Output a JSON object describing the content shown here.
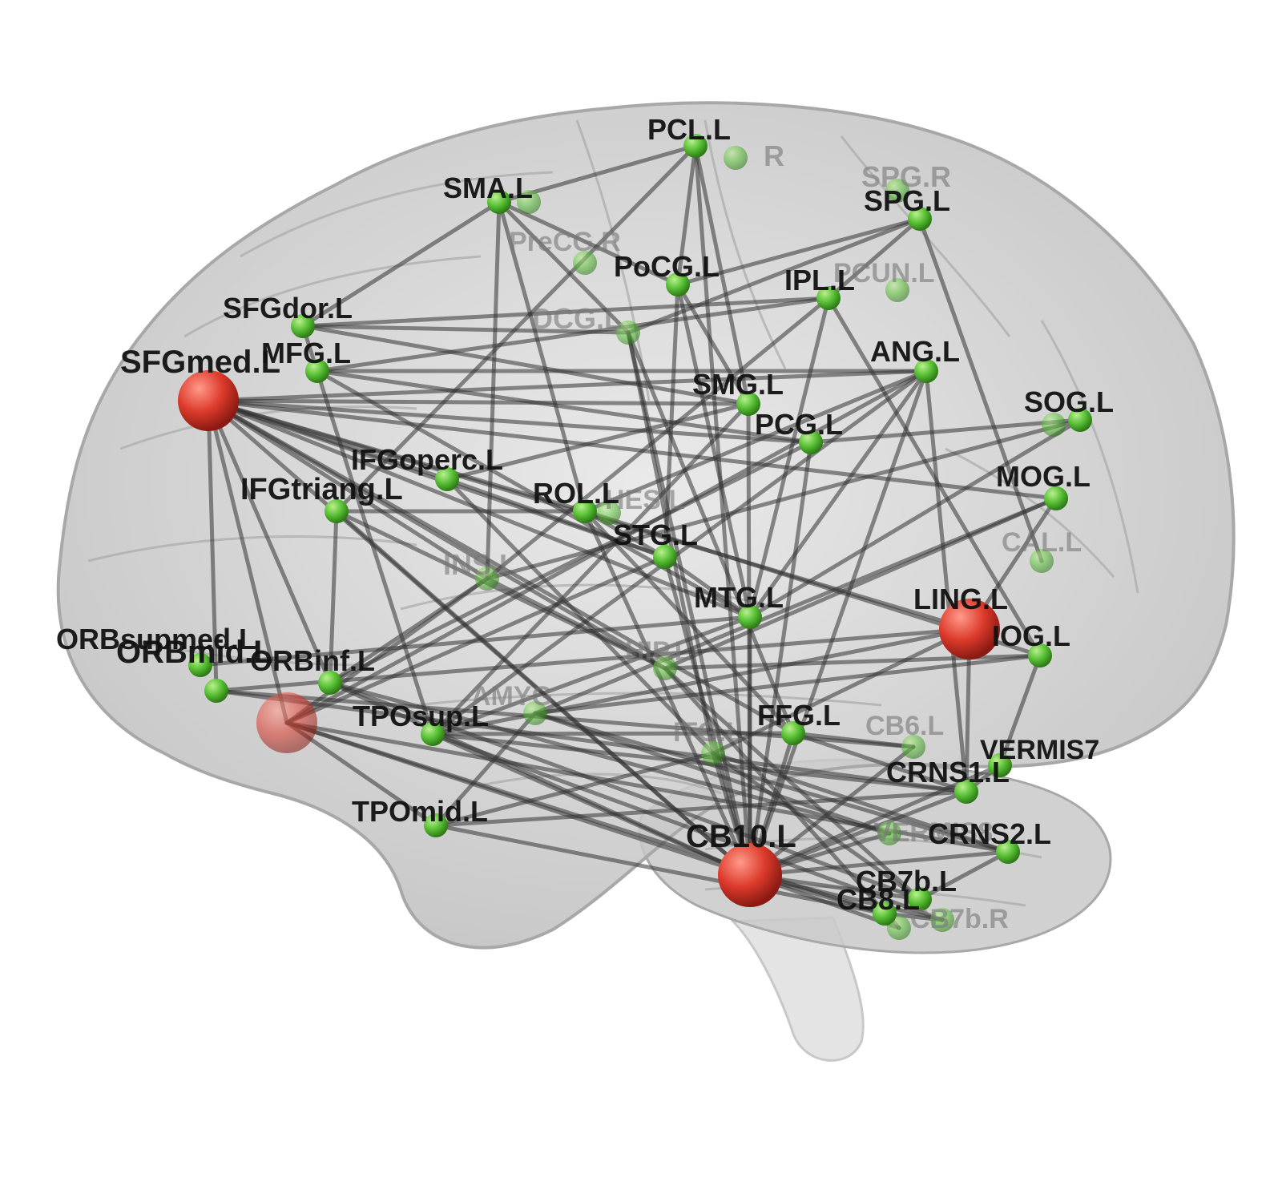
{
  "colors": {
    "hub_node": "#d73a2e",
    "regular_node": "#5cc13a",
    "edge": "#333333",
    "brain": "#bdbdbd",
    "label_front": "#111111",
    "label_back": "#777777"
  },
  "nodes": [
    {
      "id": "PCL.L",
      "type": "regular",
      "label": "PCL.L",
      "front": true
    },
    {
      "id": "PCL.R",
      "type": "regular",
      "label": "R",
      "front": false
    },
    {
      "id": "SMA.L",
      "type": "regular",
      "label": "SMA.L",
      "front": true
    },
    {
      "id": "SMA.R",
      "type": "regular",
      "label": "",
      "front": false
    },
    {
      "id": "SPG.L",
      "type": "regular",
      "label": "SPG.L",
      "front": true
    },
    {
      "id": "SPG.R",
      "type": "regular",
      "label": "SPG.R",
      "front": false
    },
    {
      "id": "PreCG.L",
      "type": "regular",
      "label": "PreCG.R",
      "front": false
    },
    {
      "id": "PoCG.L",
      "type": "regular",
      "label": "PoCG.L",
      "front": true
    },
    {
      "id": "IPL.L",
      "type": "regular",
      "label": "IPL.L",
      "front": true
    },
    {
      "id": "PCUN.L",
      "type": "regular",
      "label": "PCUN.L",
      "front": false
    },
    {
      "id": "SFGdor.L",
      "type": "regular",
      "label": "SFGdor.L",
      "front": true
    },
    {
      "id": "DCG.L",
      "type": "regular",
      "label": "DCG.L",
      "front": false
    },
    {
      "id": "MFG.L",
      "type": "regular",
      "label": "MFG.L",
      "front": true
    },
    {
      "id": "SFGmed.L",
      "type": "hub",
      "label": "SFGmed.L",
      "front": true
    },
    {
      "id": "ANG.L",
      "type": "regular",
      "label": "ANG.L",
      "front": true
    },
    {
      "id": "SMG.L",
      "type": "regular",
      "label": "SMG.L",
      "front": true
    },
    {
      "id": "SOG.L",
      "type": "regular",
      "label": "SOG.L",
      "front": true
    },
    {
      "id": "SOG.R",
      "type": "regular",
      "label": "",
      "front": false
    },
    {
      "id": "PCG.L",
      "type": "regular",
      "label": "PCG.L",
      "front": true
    },
    {
      "id": "IFGoperc.L",
      "type": "regular",
      "label": "IFGoperc.L",
      "front": true
    },
    {
      "id": "MOG.L",
      "type": "regular",
      "label": "MOG.L",
      "front": true
    },
    {
      "id": "IFGtriang.L",
      "type": "regular",
      "label": "IFGtriang.L",
      "front": true
    },
    {
      "id": "ROL.L",
      "type": "regular",
      "label": "ROL.L",
      "front": true
    },
    {
      "id": "HES.L",
      "type": "regular",
      "label": "HES.L",
      "front": false
    },
    {
      "id": "STG.L",
      "type": "regular",
      "label": "STG.L",
      "front": true
    },
    {
      "id": "CAL.L",
      "type": "regular",
      "label": "CAL.L",
      "front": false
    },
    {
      "id": "INS.L",
      "type": "regular",
      "label": "INS.L",
      "front": false
    },
    {
      "id": "MTG.L",
      "type": "regular",
      "label": "MTG.L",
      "front": true
    },
    {
      "id": "LING.L",
      "type": "hub",
      "label": "LING.L",
      "front": true
    },
    {
      "id": "IOG.L",
      "type": "regular",
      "label": "IOG.L",
      "front": true
    },
    {
      "id": "ORBsupmed.L",
      "type": "regular",
      "label": "ORBsupmed.L",
      "front": true
    },
    {
      "id": "ORBmid.L",
      "type": "regular",
      "label": "ORBmid.L",
      "front": true
    },
    {
      "id": "ORBinf.L",
      "type": "regular",
      "label": "ORBinf.L",
      "front": true
    },
    {
      "id": "ORBsup.L",
      "type": "hub",
      "label": "",
      "front": false
    },
    {
      "id": "HIP.L",
      "type": "regular",
      "label": "HIP.L",
      "front": false
    },
    {
      "id": "AMYG.L",
      "type": "regular",
      "label": "AMYG",
      "front": false
    },
    {
      "id": "TPOsup.L",
      "type": "regular",
      "label": "TPOsup.L",
      "front": true
    },
    {
      "id": "ITG.L",
      "type": "regular",
      "label": "ITG.L",
      "front": false
    },
    {
      "id": "FFG.L",
      "type": "regular",
      "label": "FFG.L",
      "front": true
    },
    {
      "id": "CB6.L",
      "type": "regular",
      "label": "CB6.L",
      "front": false
    },
    {
      "id": "VERMIS7",
      "type": "regular",
      "label": "VERMIS7",
      "front": true
    },
    {
      "id": "CRNS1.L",
      "type": "regular",
      "label": "CRNS1.L",
      "front": true
    },
    {
      "id": "VERMIS8",
      "type": "regular",
      "label": "VERMIS8",
      "front": false
    },
    {
      "id": "TPOmid.L",
      "type": "regular",
      "label": "TPOmid.L",
      "front": true
    },
    {
      "id": "CRNS2.L",
      "type": "regular",
      "label": "CRNS2.L",
      "front": true
    },
    {
      "id": "CB10.L",
      "type": "hub",
      "label": "CB10.L",
      "front": true
    },
    {
      "id": "CB7b.L",
      "type": "regular",
      "label": "CB7b.L",
      "front": true
    },
    {
      "id": "CB8.L",
      "type": "regular",
      "label": "CB8.L",
      "front": true
    },
    {
      "id": "CB7b.R",
      "type": "regular",
      "label": "CB7b.R",
      "front": false
    },
    {
      "id": "CB9.L",
      "type": "regular",
      "label": "",
      "front": false
    }
  ],
  "edges": [
    [
      "SMA.L",
      "PoCG.L"
    ],
    [
      "SMA.L",
      "DCG.L"
    ],
    [
      "SMA.L",
      "SFGdor.L"
    ],
    [
      "SMA.L",
      "INS.L"
    ],
    [
      "SMA.L",
      "PCL.L"
    ],
    [
      "PCL.L",
      "PoCG.L"
    ],
    [
      "PCL.L",
      "SMG.L"
    ],
    [
      "PCL.L",
      "IFGtriang.L"
    ],
    [
      "PCL.L",
      "CB10.L"
    ],
    [
      "SPG.L",
      "IPL.L"
    ],
    [
      "SPG.L",
      "PoCG.L"
    ],
    [
      "SPG.L",
      "CAL.L"
    ],
    [
      "SPG.L",
      "DCG.L"
    ],
    [
      "SFGmed.L",
      "SMG.L"
    ],
    [
      "SFGmed.L",
      "ANG.L"
    ],
    [
      "SFGmed.L",
      "IFGoperc.L"
    ],
    [
      "SFGmed.L",
      "ROL.L"
    ],
    [
      "SFGmed.L",
      "STG.L"
    ],
    [
      "SFGmed.L",
      "MTG.L"
    ],
    [
      "SFGmed.L",
      "LING.L"
    ],
    [
      "SFGmed.L",
      "HIP.L"
    ],
    [
      "SFGmed.L",
      "ORBinf.L"
    ],
    [
      "SFGmed.L",
      "FFG.L"
    ],
    [
      "SFGmed.L",
      "INS.L"
    ],
    [
      "SFGmed.L",
      "PCG.L"
    ],
    [
      "SFGmed.L",
      "MOG.L"
    ],
    [
      "SFGmed.L",
      "CB10.L"
    ],
    [
      "SFGmed.L",
      "ORBmid.L"
    ],
    [
      "SFGdor.L",
      "DCG.L"
    ],
    [
      "SFGdor.L",
      "SMG.L"
    ],
    [
      "SFGdor.L",
      "IPL.L"
    ],
    [
      "SFGdor.L",
      "TPOsup.L"
    ],
    [
      "MFG.L",
      "IPL.L"
    ],
    [
      "MFG.L",
      "ANG.L"
    ],
    [
      "MFG.L",
      "PCG.L"
    ],
    [
      "MFG.L",
      "MTG.L"
    ],
    [
      "IFGoperc.L",
      "STG.L"
    ],
    [
      "IFGoperc.L",
      "SMG.L"
    ],
    [
      "IFGoperc.L",
      "ITG.L"
    ],
    [
      "IFGtriang.L",
      "ROL.L"
    ],
    [
      "IFGtriang.L",
      "ORBinf.L"
    ],
    [
      "IFGtriang.L",
      "CB10.L"
    ],
    [
      "IFGtriang.L",
      "HIP.L"
    ],
    [
      "ROL.L",
      "STG.L"
    ],
    [
      "ROL.L",
      "ANG.L"
    ],
    [
      "ROL.L",
      "FFG.L"
    ],
    [
      "ROL.L",
      "IOG.L"
    ],
    [
      "PoCG.L",
      "STG.L"
    ],
    [
      "PoCG.L",
      "MTG.L"
    ],
    [
      "PoCG.L",
      "SMG.L"
    ],
    [
      "DCG.L",
      "ITG.L"
    ],
    [
      "DCG.L",
      "FFG.L"
    ],
    [
      "DCG.L",
      "CB10.L"
    ],
    [
      "IPL.L",
      "MTG.L"
    ],
    [
      "IPL.L",
      "INS.L"
    ],
    [
      "IPL.L",
      "IOG.L"
    ],
    [
      "ANG.L",
      "CRNS1.L"
    ],
    [
      "ANG.L",
      "MTG.L"
    ],
    [
      "ANG.L",
      "TPOsup.L"
    ],
    [
      "ANG.L",
      "CB10.L"
    ],
    [
      "SMG.L",
      "CB10.L"
    ],
    [
      "SMG.L",
      "TPOsup.L"
    ],
    [
      "PCG.L",
      "CB10.L"
    ],
    [
      "PCG.L",
      "ORBinf.L"
    ],
    [
      "PCG.L",
      "SOG.L"
    ],
    [
      "MOG.L",
      "LING.L"
    ],
    [
      "MOG.L",
      "HIP.L"
    ],
    [
      "MOG.L",
      "AMYG.L"
    ],
    [
      "SOG.L",
      "INS.L"
    ],
    [
      "SOG.L",
      "MTG.L"
    ],
    [
      "LING.L",
      "TPOsup.L"
    ],
    [
      "LING.L",
      "ITG.L"
    ],
    [
      "LING.L",
      "CRNS1.L"
    ],
    [
      "LING.L",
      "ORBmid.L"
    ],
    [
      "IOG.L",
      "AMYG.L"
    ],
    [
      "IOG.L",
      "VERMIS7"
    ],
    [
      "IOG.L",
      "HIP.L"
    ],
    [
      "MTG.L",
      "CB10.L"
    ],
    [
      "MTG.L",
      "TPOsup.L"
    ],
    [
      "MTG.L",
      "ORBsupmed.L"
    ],
    [
      "ORBsup.L",
      "CB10.L"
    ],
    [
      "ORBsup.L",
      "TPOmid.L"
    ],
    [
      "ORBsup.L",
      "CRNS2.L"
    ],
    [
      "ORBsup.L",
      "CB8.L"
    ],
    [
      "ORBsup.L",
      "INS.L"
    ],
    [
      "ORBsup.L",
      "STG.L"
    ],
    [
      "ORBsup.L",
      "ANG.L"
    ],
    [
      "ORBsup.L",
      "SFGmed.L"
    ],
    [
      "ORBinf.L",
      "VERMIS8"
    ],
    [
      "ORBinf.L",
      "CB7b.L"
    ],
    [
      "ORBmid.L",
      "CB6.L"
    ],
    [
      "ORBmid.L",
      "CRNS1.L"
    ],
    [
      "TPOsup.L",
      "CRNS1.L"
    ],
    [
      "TPOsup.L",
      "CB7b.R"
    ],
    [
      "TPOsup.L",
      "FFG.L"
    ],
    [
      "TPOmid.L",
      "CB8.L"
    ],
    [
      "TPOmid.L",
      "ITG.L"
    ],
    [
      "TPOmid.L",
      "CRNS1.L"
    ],
    [
      "TPOmid.L",
      "AMYG.L"
    ],
    [
      "HIP.L",
      "CB7b.L"
    ],
    [
      "HIP.L",
      "CB9.L"
    ],
    [
      "AMYG.L",
      "CRNS2.L"
    ],
    [
      "AMYG.L",
      "VERMIS8"
    ],
    [
      "CB10.L",
      "CB7b.L"
    ],
    [
      "CB10.L",
      "CB8.L"
    ],
    [
      "CB10.L",
      "CRNS2.L"
    ],
    [
      "CB10.L",
      "CRNS1.L"
    ],
    [
      "CB10.L",
      "VERMIS7"
    ],
    [
      "CB10.L",
      "CB6.L"
    ],
    [
      "CB10.L",
      "FFG.L"
    ],
    [
      "CB10.L",
      "ITG.L"
    ],
    [
      "CB10.L",
      "CB7b.R"
    ],
    [
      "CB10.L",
      "VERMIS8"
    ],
    [
      "CB10.L",
      "CB9.L"
    ],
    [
      "CB10.L",
      "STG.L"
    ],
    [
      "CB10.L",
      "ROL.L"
    ],
    [
      "CB10.L",
      "TPOsup.L"
    ],
    [
      "CB10.L",
      "ORBinf.L"
    ],
    [
      "FFG.L",
      "CRNS1.L"
    ],
    [
      "FFG.L",
      "CB6.L"
    ],
    [
      "ITG.L",
      "CRNS2.L"
    ],
    [
      "ITG.L",
      "CB7b.L"
    ],
    [
      "CRNS1.L",
      "VERMIS7"
    ],
    [
      "CRNS2.L",
      "CB7b.L"
    ],
    [
      "CB8.L",
      "CB7b.R"
    ],
    [
      "STG.L",
      "MTG.L"
    ],
    [
      "INS.L",
      "ORBinf.L"
    ],
    [
      "INS.L",
      "HIP.L"
    ],
    [
      "SMA.L",
      "ROL.L"
    ]
  ]
}
